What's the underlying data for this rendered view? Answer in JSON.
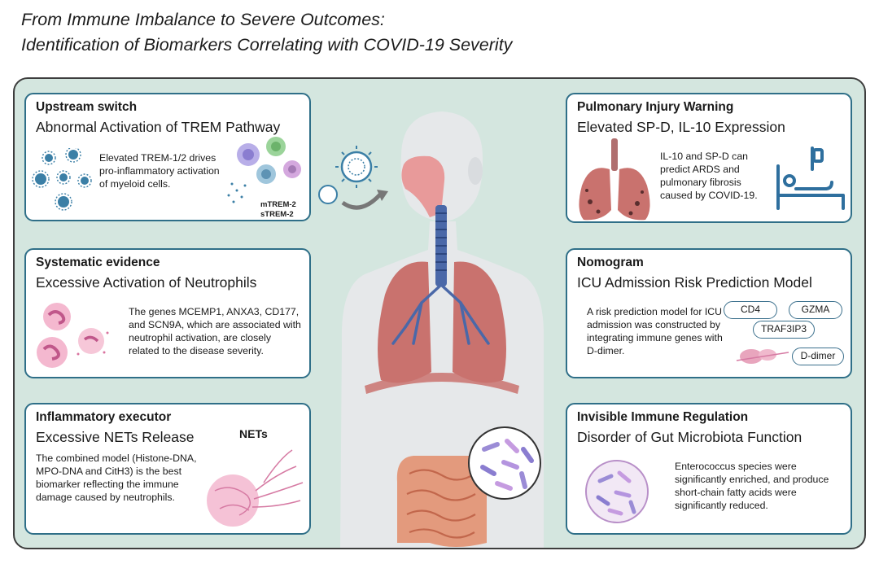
{
  "title": {
    "line1": "From Immune Imbalance to Severe Outcomes:",
    "line2": "Identification of Biomarkers Correlating with COVID-19 Severity"
  },
  "panels": {
    "trem": {
      "heading": "Upstream switch",
      "subheading": "Abnormal Activation of TREM Pathway",
      "body": "Elevated TREM-1/2 drives pro-inflammatory activation of myeloid cells.",
      "label_mtrem": "mTREM-2",
      "label_strem": "sTREM-2"
    },
    "neutrophils": {
      "heading": "Systematic evidence",
      "subheading": "Excessive Activation of Neutrophils",
      "body": "The genes MCEMP1, ANXA3, CD177, and SCN9A, which are associated with neutrophil activation, are closely related to the disease severity."
    },
    "nets": {
      "heading": "Inflammatory executor",
      "subheading": "Excessive NETs Release",
      "body": "The combined model (Histone-DNA, MPO-DNA and CitH3) is the best biomarker reflecting the immune damage caused by neutrophils.",
      "label": "NETs"
    },
    "pulmonary": {
      "heading": "Pulmonary Injury Warning",
      "subheading": "Elevated SP-D, IL-10 Expression",
      "body": "IL-10 and SP-D can predict ARDS and pulmonary fibrosis caused by COVID-19."
    },
    "nomogram": {
      "heading": "Nomogram",
      "subheading": "ICU Admission Risk Prediction Model",
      "body": "A risk prediction model for ICU admission was constructed by integrating immune genes with D-dimer.",
      "genes": [
        "CD4",
        "GZMA",
        "TRAF3IP3",
        "D-dimer"
      ]
    },
    "gut": {
      "heading": "Invisible Immune Regulation",
      "subheading": "Disorder of Gut Microbiota Function",
      "body": "Enterococcus species were significantly enriched, and produce short-chain fatty acids were significantly reduced."
    }
  },
  "colors": {
    "panel_border": "#2f6f88",
    "background": "#d4e6df",
    "virus": "#3b7fa6",
    "lung": "#c9726e",
    "airway": "#4a68a8"
  }
}
